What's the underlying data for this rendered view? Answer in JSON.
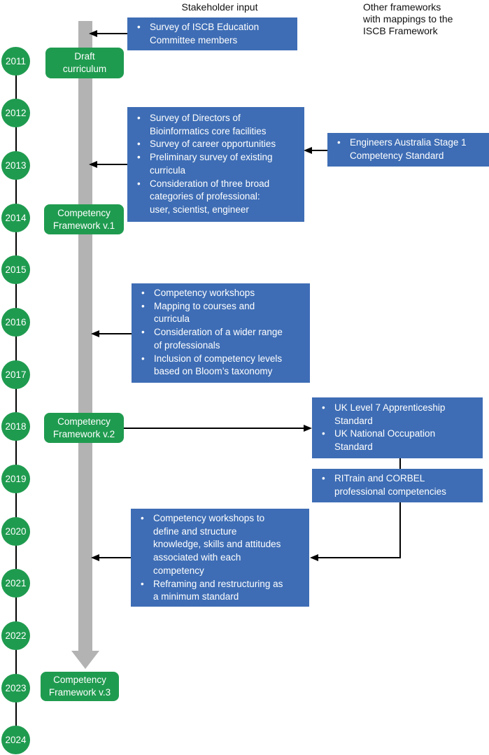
{
  "headers": {
    "stakeholder_input": "Stakeholder input",
    "other_frameworks": "Other frameworks\nwith mappings to the\nISCB Framework"
  },
  "timeline": {
    "years": [
      "2011",
      "2012",
      "2013",
      "2014",
      "2015",
      "2016",
      "2017",
      "2018",
      "2019",
      "2020",
      "2021",
      "2022",
      "2023",
      "2024"
    ]
  },
  "milestones": [
    {
      "id": "draft-curriculum",
      "label": "Draft\ncurriculum"
    },
    {
      "id": "competency-framework-v1",
      "label": "Competency\nFramework v.1"
    },
    {
      "id": "competency-framework-v2",
      "label": "Competency\nFramework v.2"
    },
    {
      "id": "competency-framework-v3",
      "label": "Competency\nFramework v.3"
    }
  ],
  "stakeholder_boxes": [
    {
      "items": [
        "Survey of ISCB Education\nCommittee members"
      ]
    },
    {
      "items": [
        "Survey of Directors of\nBioinformatics core facilities",
        "Survey of career opportunities",
        "Preliminary survey of existing\ncurricula",
        "Consideration of three broad\ncategories of professional:\nuser, scientist, engineer"
      ]
    },
    {
      "items": [
        "Competency workshops",
        "Mapping to courses and\ncurricula",
        "Consideration of a wider range\nof professionals",
        "Inclusion of competency levels\nbased on Bloom’s taxonomy"
      ]
    },
    {
      "items": [
        "Competency workshops to\ndefine and structure\nknowledge, skills and attitudes\nassociated with each\ncompetency",
        "Reframing and restructuring as\na minimum standard"
      ]
    }
  ],
  "framework_boxes": [
    {
      "items": [
        "Engineers Australia Stage 1\nCompetency Standard"
      ]
    },
    {
      "items": [
        "UK Level 7 Apprenticeship\nStandard",
        "UK National Occupation\nStandard"
      ]
    },
    {
      "items": [
        "RITrain and CORBEL\nprofessional competencies"
      ]
    }
  ],
  "colors": {
    "green": "#1f9b4f",
    "blue": "#3e6db5",
    "gray_arrow": "#b3b3b3",
    "line_black": "#000000",
    "text_light": "#ffffff",
    "text_dark": "#111111"
  }
}
